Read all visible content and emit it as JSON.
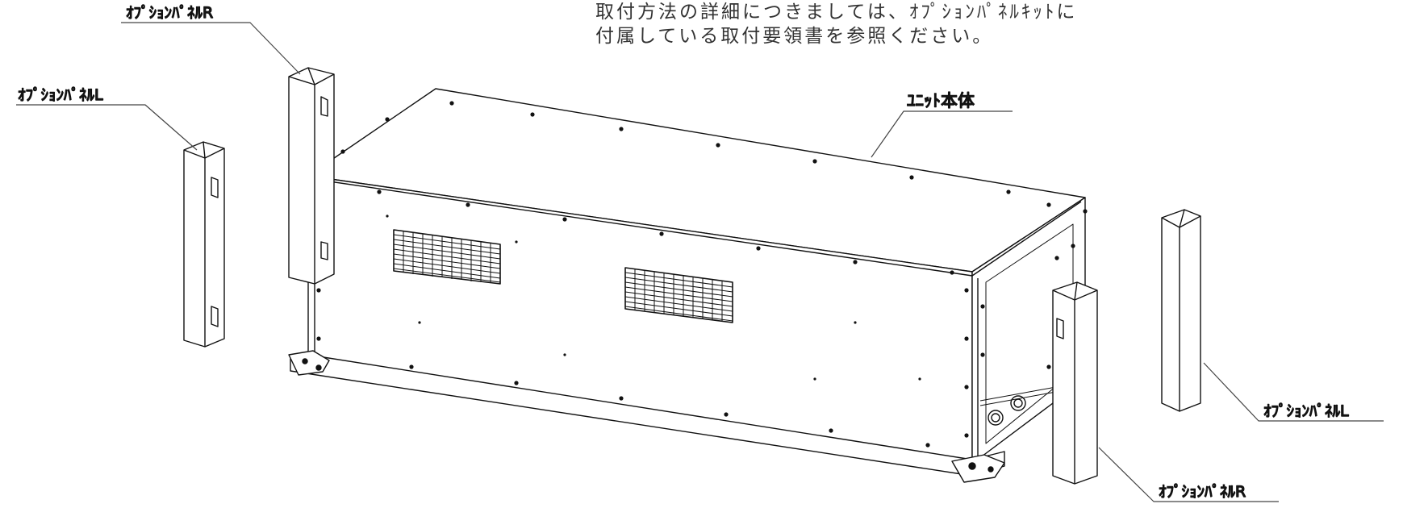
{
  "note": {
    "line1": "取付方法の詳細につきましては、ｵﾌﾟｼｮﾝﾊﾟﾈﾙｷｯﾄに",
    "line2": "付属している取付要領書を参照ください。"
  },
  "labels": {
    "option_panel_r_top": "ｵﾌﾟｼｮﾝﾊﾟﾈﾙR",
    "option_panel_l_left": "ｵﾌﾟｼｮﾝﾊﾟﾈﾙL",
    "unit_body": "ﾕﾆｯﾄ本体",
    "option_panel_l_right": "ｵﾌﾟｼｮﾝﾊﾟﾈﾙL",
    "option_panel_r_bottom": "ｵﾌﾟｼｮﾝﾊﾟﾈﾙR"
  }
}
